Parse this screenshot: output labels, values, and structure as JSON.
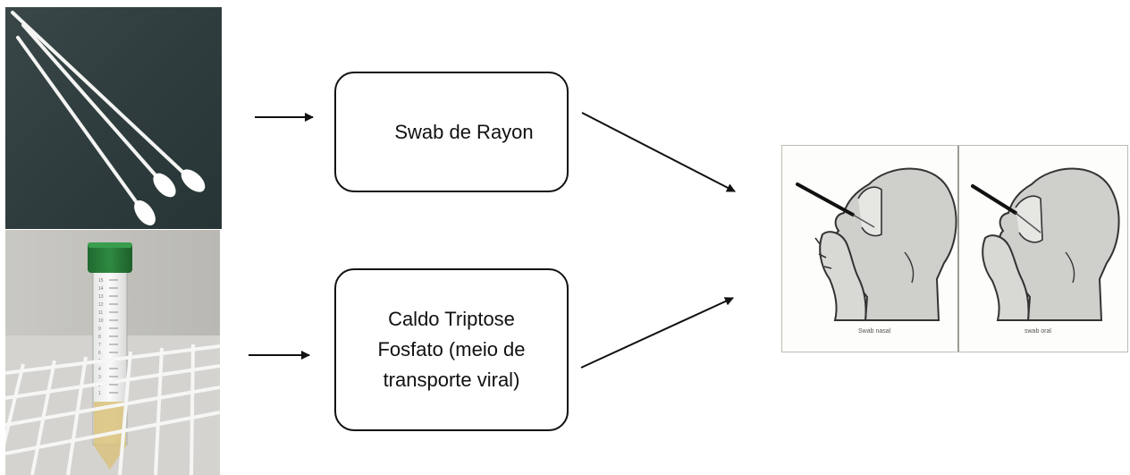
{
  "boxes": {
    "swab": {
      "label": "Swab de Rayon"
    },
    "caldo": {
      "line1": "Caldo Triptose",
      "line2": "Fosfato (meio de",
      "line3": "transporte viral)"
    }
  },
  "illustration": {
    "left_caption": "Swab nasal",
    "right_caption": "swab oral"
  },
  "tube": {
    "scale_marks": [
      "15",
      "14",
      "13",
      "12",
      "11",
      "10",
      "9",
      "8",
      "7",
      "6",
      "5",
      "4",
      "3",
      "2",
      "1"
    ]
  },
  "colors": {
    "swab_photo_bg": "#2f3c3d",
    "tube_cap": "#2a7d3a",
    "rack": "#f2f2f0",
    "liquid": "#d9c27a",
    "box_border": "#111111"
  }
}
